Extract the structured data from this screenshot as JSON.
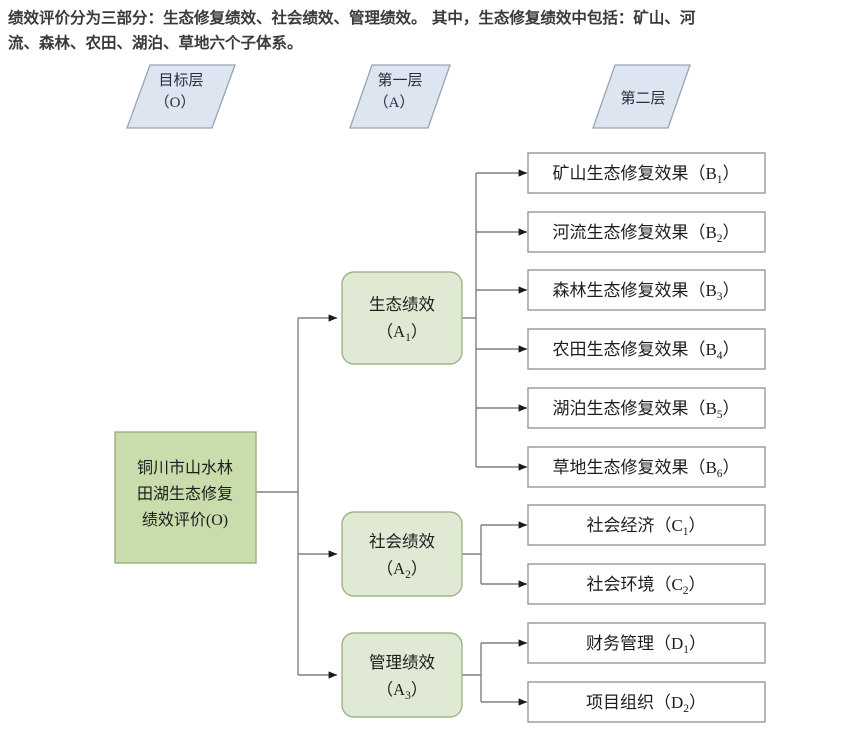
{
  "caption": {
    "line1": "绩效评价分为三部分：生态修复绩效、社会绩效、管理绩效。 其中，生态修复绩效中包括：矿山、河",
    "line2": "流、森林、农田、湖泊、草地六个子体系。"
  },
  "colors": {
    "header_fill": "#dce5f0",
    "header_stroke": "#96a5b5",
    "root_fill": "#c9dcab",
    "root_stroke": "#9bb07e",
    "branch_fill": "#dfe9d3",
    "branch_stroke": "#9fb589",
    "leaf_fill": "#ffffff",
    "leaf_stroke": "#909090",
    "connector": "#808080",
    "caption_text": "#3a3a3a",
    "node_text": "#1d1d1d"
  },
  "headers": [
    {
      "id": "goal-layer",
      "line1": "目标层",
      "line2": "（O）"
    },
    {
      "id": "first-layer",
      "line1": "第一层",
      "line2": "（A）"
    },
    {
      "id": "second-layer",
      "line1": "第二层",
      "line2": ""
    }
  ],
  "root": {
    "id": "root-node",
    "line1": "铜川市山水林",
    "line2": "田湖生态修复",
    "line3": "绩效评价(O)"
  },
  "branches": [
    {
      "id": "branch-a1",
      "line1": "生态绩效",
      "label": "（A",
      "sub": "1",
      "tail": "）"
    },
    {
      "id": "branch-a2",
      "line1": "社会绩效",
      "label": "（A",
      "sub": "2",
      "tail": "）"
    },
    {
      "id": "branch-a3",
      "line1": "管理绩效",
      "label": "（A",
      "sub": "3",
      "tail": "）"
    }
  ],
  "leaves": [
    {
      "id": "leaf-b1",
      "text": "矿山生态修复效果（B",
      "sub": "1",
      "tail": "）",
      "parent": "branch-a1"
    },
    {
      "id": "leaf-b2",
      "text": "河流生态修复效果（B",
      "sub": "2",
      "tail": "）",
      "parent": "branch-a1"
    },
    {
      "id": "leaf-b3",
      "text": "森林生态修复效果（B",
      "sub": "3",
      "tail": "）",
      "parent": "branch-a1"
    },
    {
      "id": "leaf-b4",
      "text": "农田生态修复效果（B",
      "sub": "4",
      "tail": "）",
      "parent": "branch-a1"
    },
    {
      "id": "leaf-b5",
      "text": "湖泊生态修复效果（B",
      "sub": "5",
      "tail": "）",
      "parent": "branch-a1"
    },
    {
      "id": "leaf-b6",
      "text": "草地生态修复效果（B",
      "sub": "6",
      "tail": "）",
      "parent": "branch-a1"
    },
    {
      "id": "leaf-c1",
      "text": "社会经济（C",
      "sub": "1",
      "tail": "）",
      "parent": "branch-a2"
    },
    {
      "id": "leaf-c2",
      "text": "社会环境（C",
      "sub": "2",
      "tail": "）",
      "parent": "branch-a2"
    },
    {
      "id": "leaf-d1",
      "text": "财务管理（D",
      "sub": "1",
      "tail": "）",
      "parent": "branch-a3"
    },
    {
      "id": "leaf-d2",
      "text": "项目组织（D",
      "sub": "2",
      "tail": "）",
      "parent": "branch-a3"
    }
  ]
}
